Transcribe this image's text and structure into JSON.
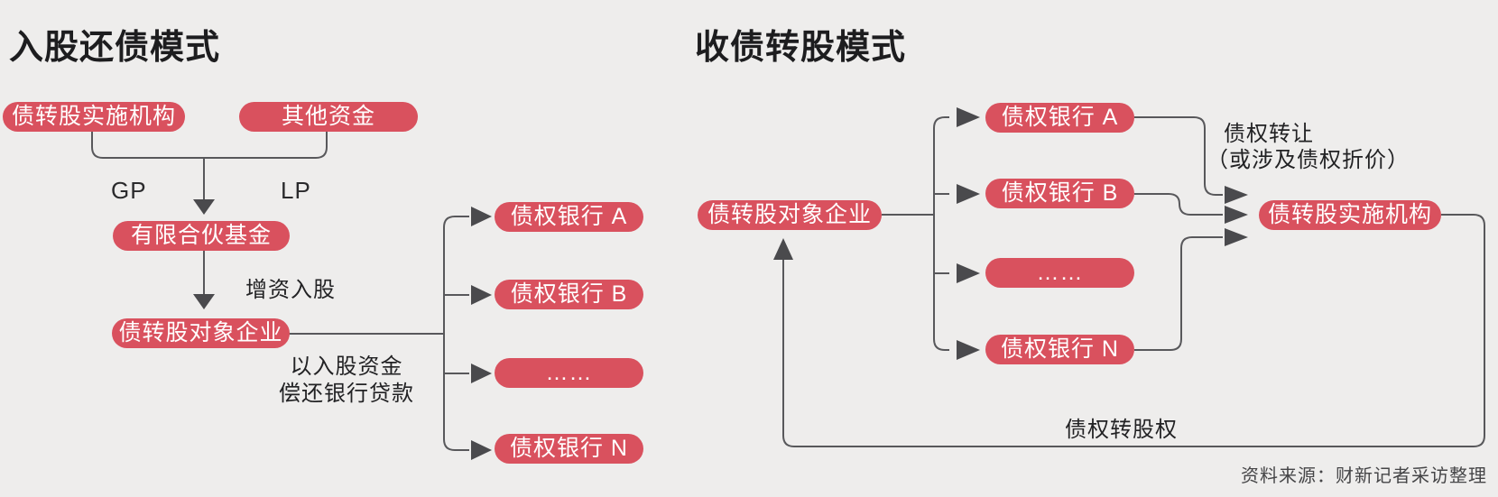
{
  "colors": {
    "background": "#eeedec",
    "node_fill": "#d9515e",
    "node_text": "#ffffff",
    "line": "#58585b",
    "arrow": "#4a4a4d",
    "label_text": "#222224",
    "source_text": "#454547"
  },
  "left": {
    "title": "入股还债模式",
    "nodes": {
      "implementer": "债转股实施机构",
      "other_funds": "其他资金",
      "fund": "有限合伙基金",
      "target": "债转股对象企业",
      "bank_a": "债权银行 A",
      "bank_b": "债权银行 B",
      "bank_ellipsis": "……",
      "bank_n": "债权银行 N"
    },
    "edge_labels": {
      "gp": "GP",
      "lp": "LP",
      "increase_capital": "增资入股",
      "repay_line1": "以入股资金",
      "repay_line2": "偿还银行贷款"
    }
  },
  "right": {
    "title": "收债转股模式",
    "nodes": {
      "target": "债转股对象企业",
      "bank_a": "债权银行 A",
      "bank_b": "债权银行 B",
      "bank_ellipsis": "……",
      "bank_n": "债权银行 N",
      "implementer": "债转股实施机构"
    },
    "edge_labels": {
      "debt_transfer_line1": "债权转让",
      "debt_transfer_line2": "（或涉及债权折价）",
      "debt_to_equity": "债权转股权"
    }
  },
  "footer": {
    "source": "资料来源：财新记者采访整理"
  }
}
